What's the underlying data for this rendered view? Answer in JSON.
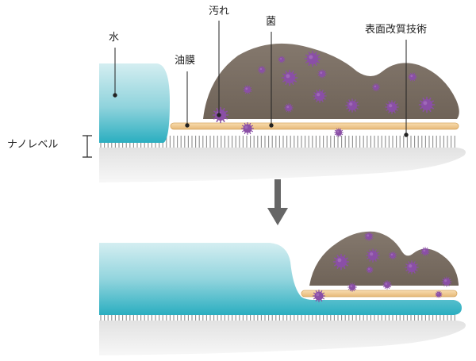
{
  "labels": {
    "water": "水",
    "oil_film": "油膜",
    "dirt": "汚れ",
    "bacteria": "菌",
    "surface_tech": "表面改質技術",
    "nano_level": "ナノレベル"
  },
  "colors": {
    "water_light": "#cdebef",
    "water_dark": "#2fb1c2",
    "dirt": "#7b6e63",
    "germ": "#8a4fa6",
    "oil": "#f2cd8e",
    "oil_edge": "#d9a860",
    "bristle": "#8f8f8f",
    "substrate": "#ececec",
    "arrow": "#666666"
  }
}
